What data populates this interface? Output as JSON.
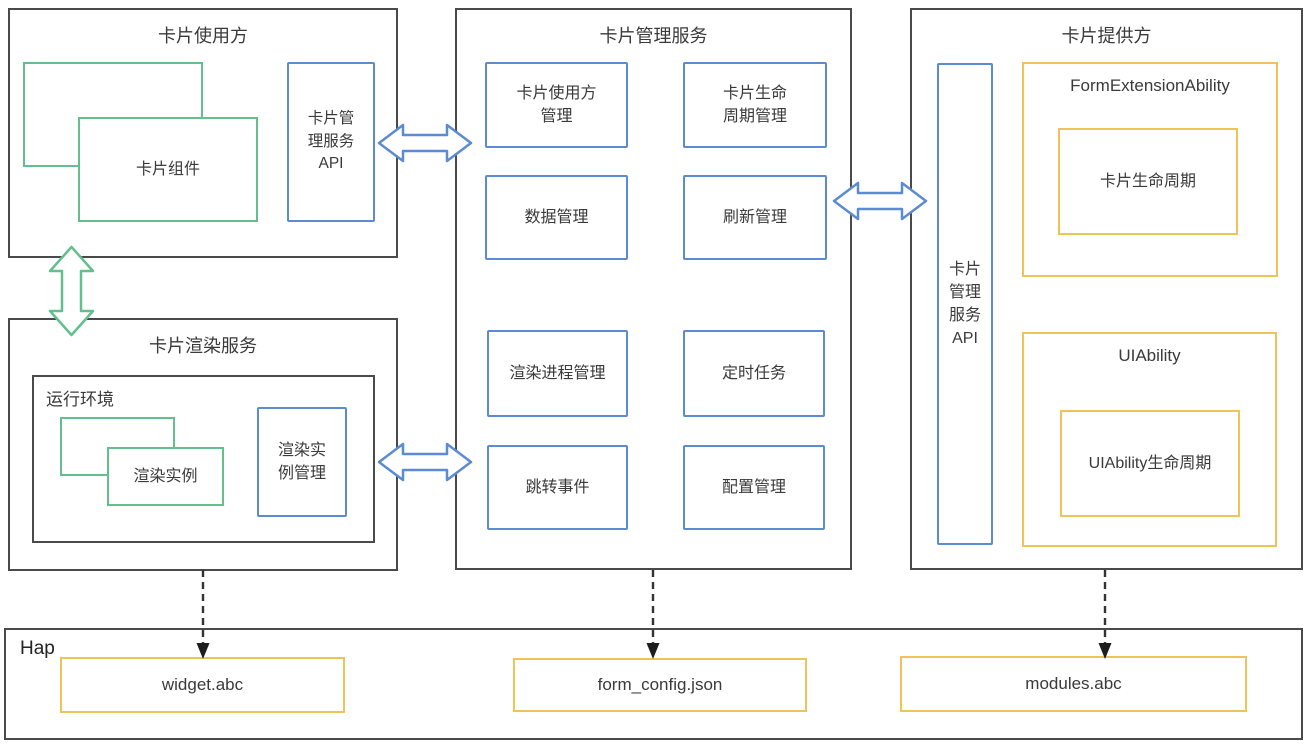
{
  "consumer": {
    "title": "卡片使用方",
    "component": "卡片组件",
    "api": "卡片管\n理服务\nAPI"
  },
  "render_service": {
    "title": "卡片渲染服务",
    "runtime_label": "运行环境",
    "instance": "渲染实例",
    "instance_mgmt": "渲染实\n例管理"
  },
  "manager": {
    "title": "卡片管理服务",
    "modules": [
      "卡片使用方\n管理",
      "卡片生命\n周期管理",
      "数据管理",
      "刷新管理",
      "渲染进程管理",
      "定时任务",
      "跳转事件",
      "配置管理"
    ]
  },
  "provider": {
    "title": "卡片提供方",
    "api": "卡片\n管理\n服务\nAPI",
    "form_extension": {
      "title": "FormExtensionAbility",
      "lifecycle": "卡片生命周期"
    },
    "uiability": {
      "title": "UIAbility",
      "lifecycle": "UIAbility生命周期"
    }
  },
  "hap": {
    "label": "Hap",
    "files": [
      "widget.abc",
      "form_config.json",
      "modules.abc"
    ]
  },
  "colors": {
    "blue": "#5b8bd0",
    "green": "#63bf8e",
    "yellow": "#f0c35a",
    "dark": "#4a4a4a",
    "text": "#3a3a3a"
  }
}
